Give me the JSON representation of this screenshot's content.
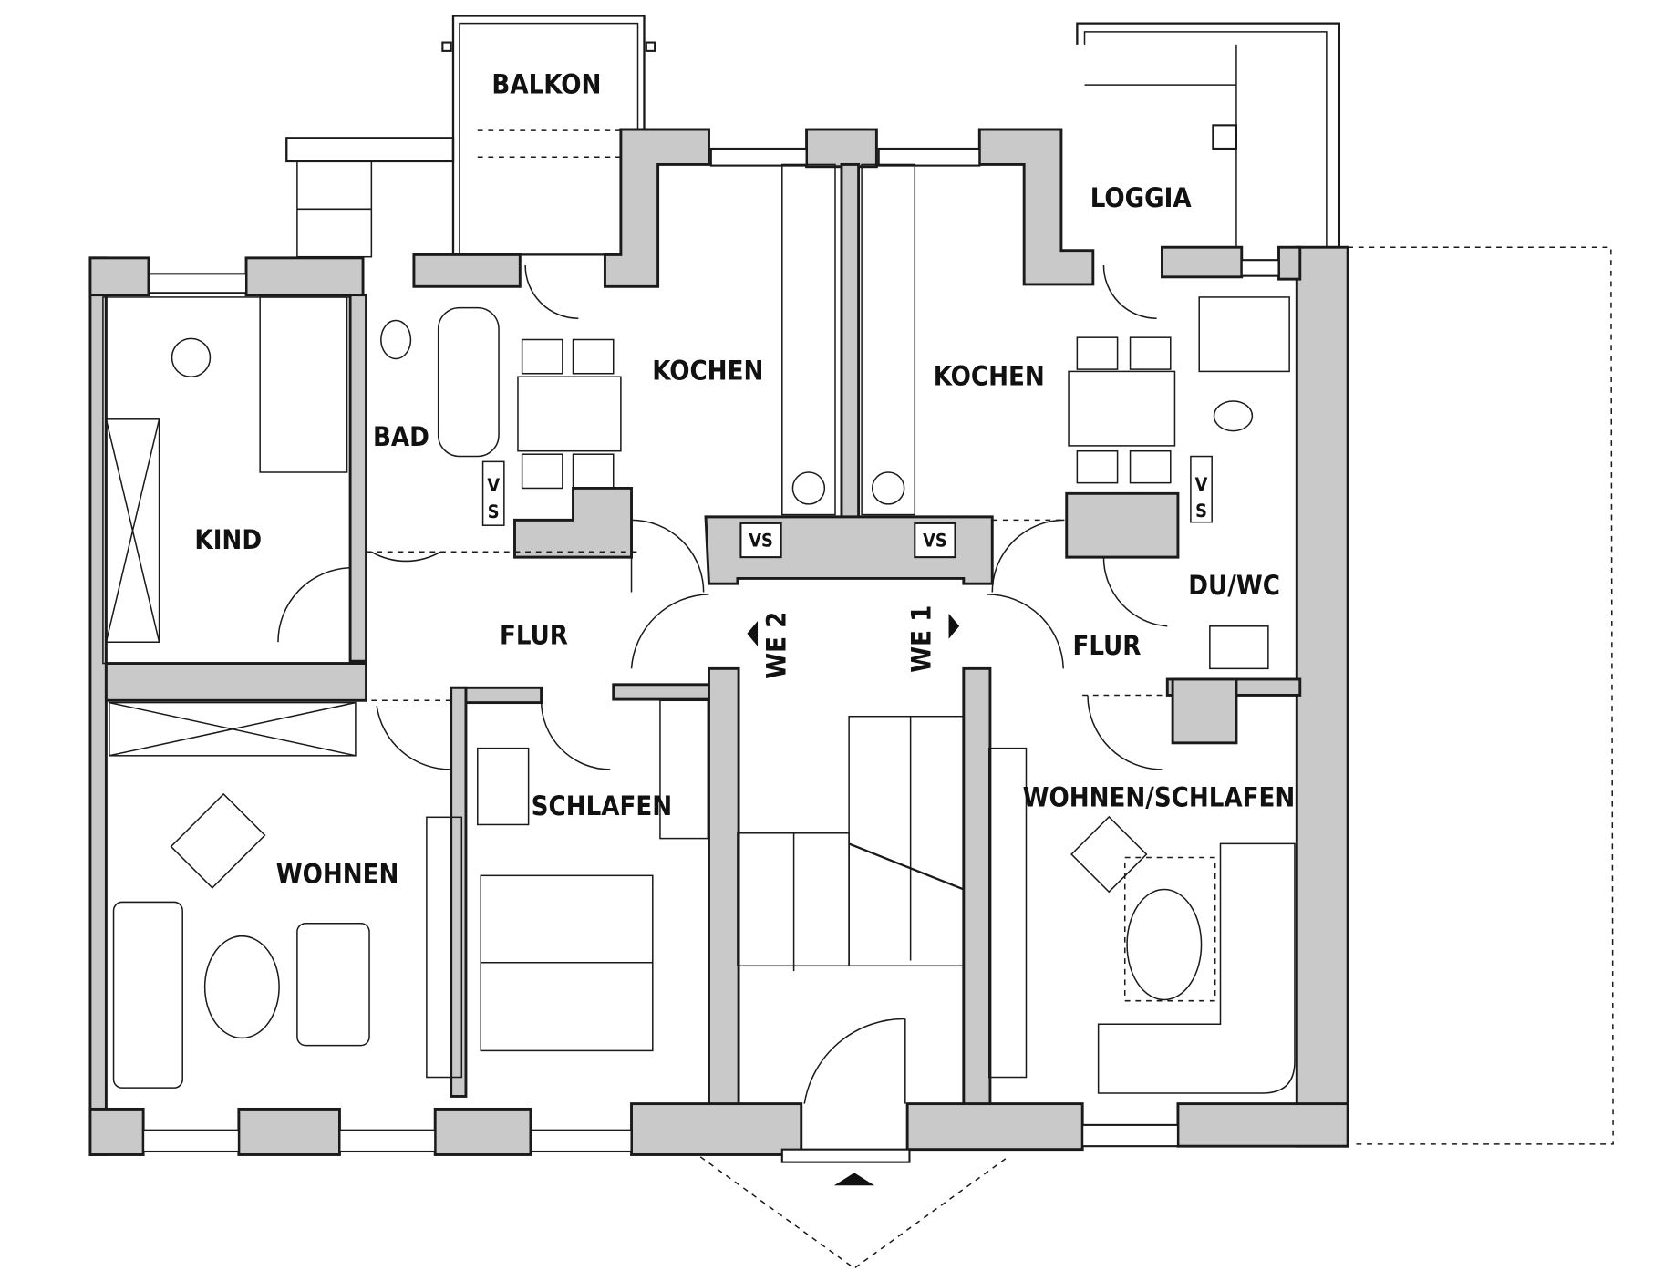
{
  "title": "Grundriss",
  "rooms": {
    "balkon": "BALKON",
    "loggia": "LOGGIA",
    "kochen_left": "KOCHEN",
    "kochen_right": "KOCHEN",
    "bad": "BAD",
    "kind": "KIND",
    "flur_left": "FLUR",
    "flur_right": "FLUR",
    "du_wc": "DU/WC",
    "schlafen": "SCHLAFEN",
    "wohnen": "WOHNEN",
    "wohnen_schlafen": "WOHNEN/SCHLAFEN"
  },
  "units": {
    "we2": "WE 2",
    "we1": "WE 1"
  },
  "shafts": {
    "vs_left": "VS",
    "vs_right": "VS",
    "vs_bad_v": "V",
    "vs_bad_s": "S",
    "vs_duwc_v": "V",
    "vs_duwc_s": "S"
  }
}
